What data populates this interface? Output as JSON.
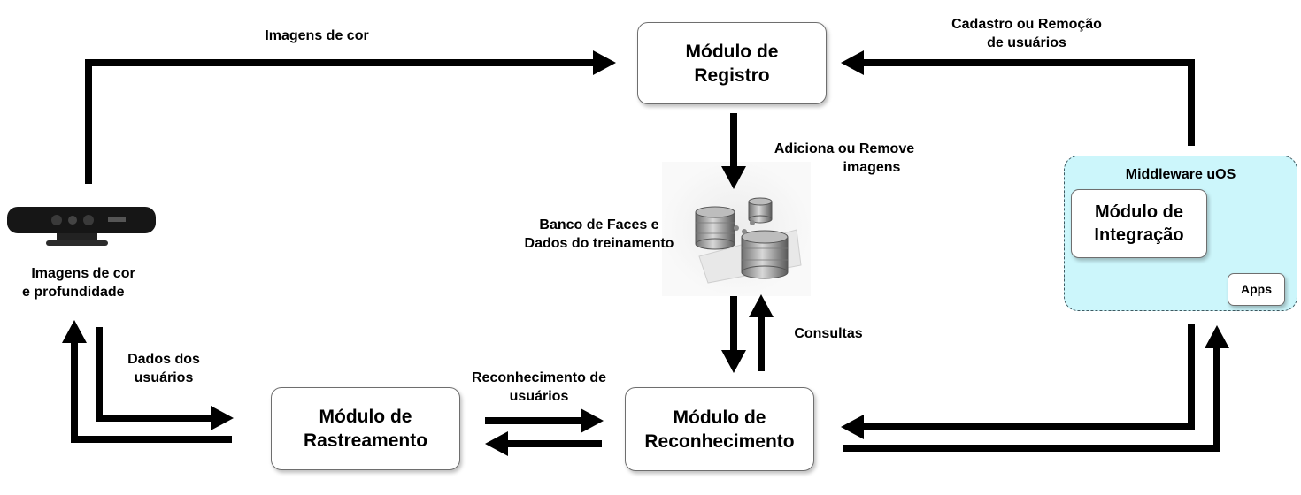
{
  "modules": {
    "registro": {
      "line1": "Módulo de",
      "line2": "Registro"
    },
    "rastreamento": {
      "line1": "Módulo de",
      "line2": "Rastreamento"
    },
    "reconhecimento": {
      "line1": "Módulo de",
      "line2": "Reconhecimento"
    },
    "integracao": {
      "line1": "Módulo de",
      "line2": "Integração"
    },
    "apps": "Apps"
  },
  "middleware": {
    "title": "Middleware uOS"
  },
  "labels": {
    "imagens_cor": "Imagens de cor",
    "cadastro": {
      "line1": "Cadastro ou Remoção",
      "line2": "de usuários"
    },
    "adiciona": {
      "line1": "Adiciona ou Remove",
      "line2": "imagens"
    },
    "banco": {
      "line1": "Banco de Faces e",
      "line2": "Dados do treinamento"
    },
    "sensor": {
      "line1": "Imagens de cor",
      "line2": "e profundidade"
    },
    "dados": {
      "line1": "Dados dos",
      "line2": "usuários"
    },
    "reconhecimento_usuarios": {
      "line1": "Reconhecimento de",
      "line2": "usuários"
    },
    "consultas": "Consultas"
  },
  "icons": {
    "sensor": "kinect-sensor-icon",
    "database": "database-icon"
  }
}
